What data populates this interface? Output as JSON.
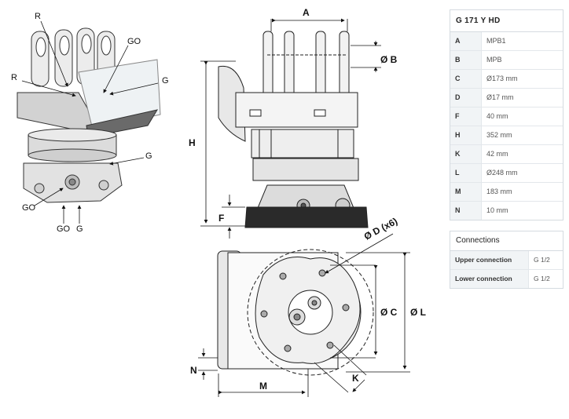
{
  "iso_labels": {
    "r_top": "R",
    "go_top": "GO",
    "r_left": "R",
    "g_right": "G",
    "g_mid": "G",
    "go_left": "GO",
    "go_bottom": "GO",
    "g_bottom": "G"
  },
  "dimensions": {
    "a": "A",
    "b": "Ø B",
    "h": "H",
    "f": "F",
    "d": "Ø D (x6)",
    "c": "Ø C",
    "l": "Ø L",
    "n": "N",
    "m": "M",
    "k": "K"
  },
  "spec_table": {
    "title": "G 171 Y HD",
    "rows": [
      {
        "key": "A",
        "value": "MPB1"
      },
      {
        "key": "B",
        "value": "MPB"
      },
      {
        "key": "C",
        "value": "Ø173 mm"
      },
      {
        "key": "D",
        "value": "Ø17 mm"
      },
      {
        "key": "F",
        "value": "40 mm"
      },
      {
        "key": "H",
        "value": "352 mm"
      },
      {
        "key": "K",
        "value": "42 mm"
      },
      {
        "key": "L",
        "value": "Ø248 mm"
      },
      {
        "key": "M",
        "value": "183 mm"
      },
      {
        "key": "N",
        "value": "10 mm"
      }
    ]
  },
  "connections": {
    "title": "Connections",
    "rows": [
      {
        "key": "Upper connection",
        "value": "G 1/2"
      },
      {
        "key": "Lower connection",
        "value": "G 1/2"
      }
    ]
  }
}
